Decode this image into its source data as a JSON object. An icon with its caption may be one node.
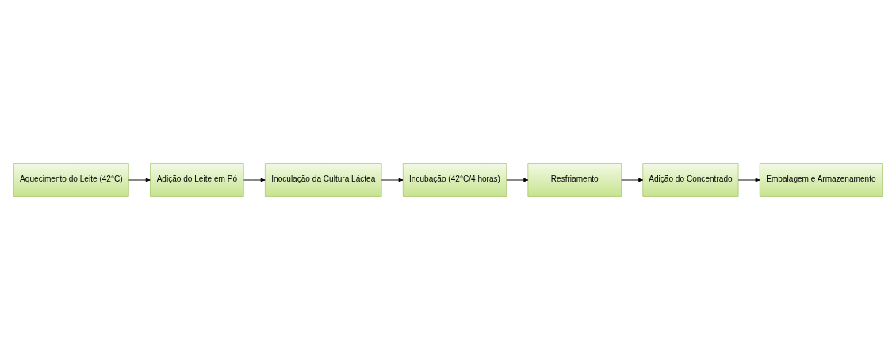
{
  "diagram": {
    "nodes": [
      {
        "text": [
          "Aquecimento do Leite (42°C)"
        ]
      },
      {
        "text": [
          "Adição do Leite em Pó"
        ]
      },
      {
        "text": [
          "Inoculação da Cultura Láctea"
        ]
      },
      {
        "text": [
          "Incubação (42°C/4 horas)"
        ]
      },
      {
        "text": [
          "Resfriamento"
        ]
      },
      {
        "text": [
          "Adição do Concentrado"
        ]
      },
      {
        "text": [
          "Embalagem e Armazenamento"
        ]
      }
    ],
    "edges": [
      {
        "from": 0,
        "to": 1,
        "arrow": "to"
      },
      {
        "from": 1,
        "to": 2,
        "arrow": "to"
      },
      {
        "from": 2,
        "to": 3,
        "arrow": "to"
      },
      {
        "from": 3,
        "to": 4,
        "arrow": "to"
      },
      {
        "from": 4,
        "to": 5,
        "arrow": "to"
      },
      {
        "from": 5,
        "to": 6,
        "arrow": "to"
      }
    ]
  }
}
